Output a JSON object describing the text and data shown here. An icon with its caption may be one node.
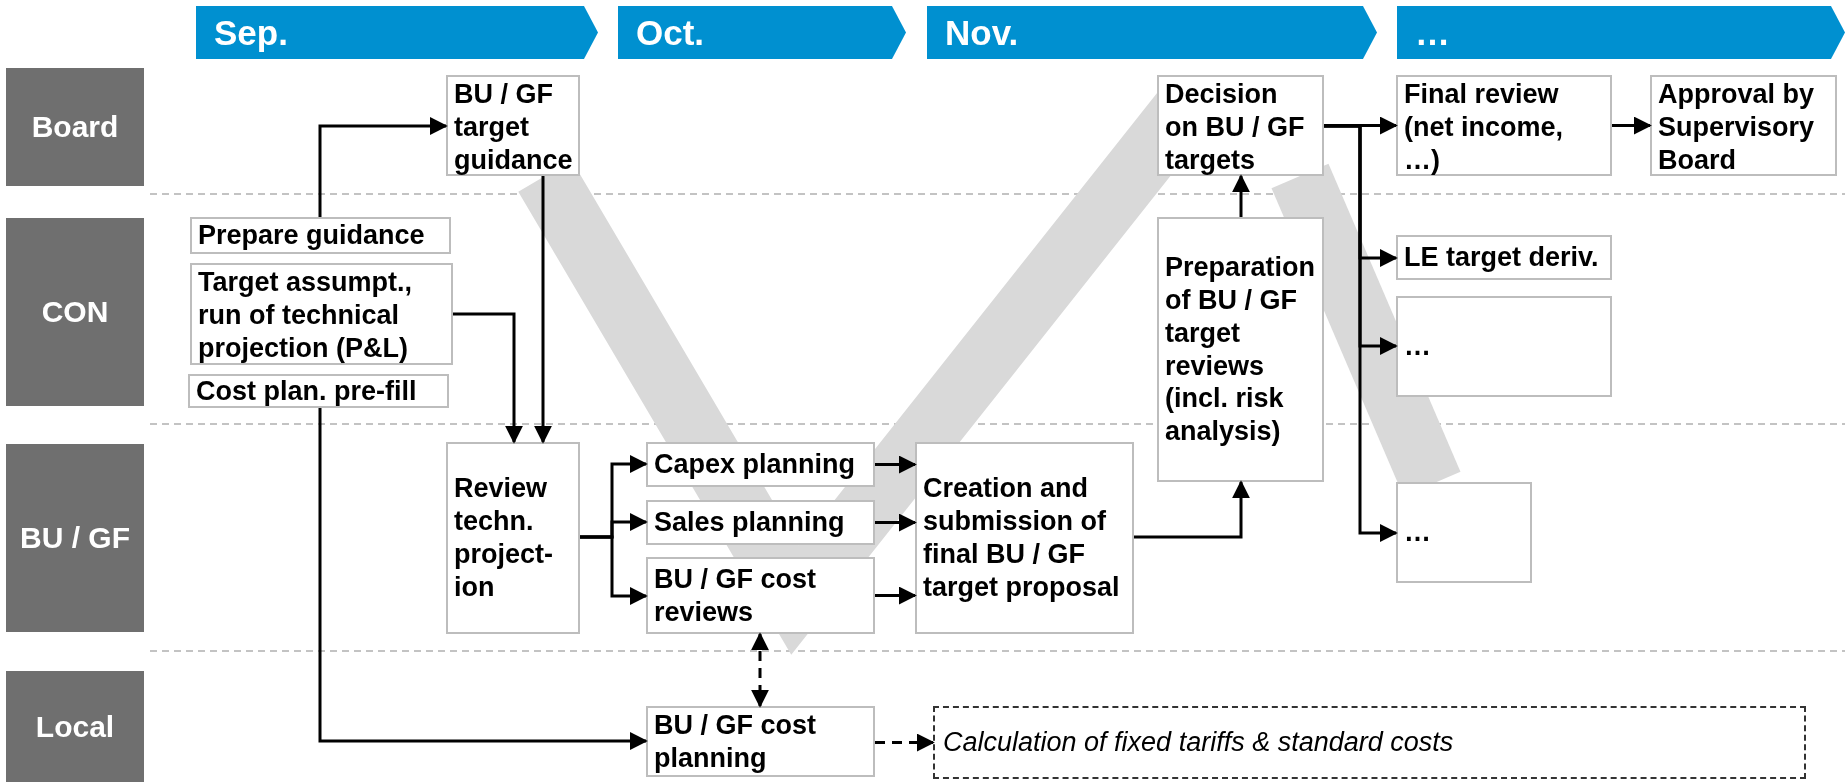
{
  "diagram": {
    "nodes": [
      {
        "text": [
          "Sep."
        ]
      },
      {
        "text": [
          "Oct."
        ]
      },
      {
        "text": [
          "Nov."
        ]
      },
      {
        "text": [
          "…"
        ]
      },
      {
        "text": [
          "Board"
        ]
      },
      {
        "text": [
          "CON"
        ]
      },
      {
        "text": [
          "BU / GF"
        ]
      },
      {
        "text": [
          "Local"
        ]
      },
      {
        "text": [
          "BU / GF target guidance"
        ]
      },
      {
        "text": [
          "Decision on BU / GF targets"
        ]
      },
      {
        "text": [
          "Final review (net income, …)"
        ]
      },
      {
        "text": [
          "Approval by Supervisory Board"
        ]
      },
      {
        "text": [
          "Prepare guidance"
        ]
      },
      {
        "text": [
          "Target assumpt., run of technical projection (P&L)"
        ]
      },
      {
        "text": [
          "Cost plan. pre-fill"
        ]
      },
      {
        "text": [
          "Preparation of BU / GF target reviews (incl. risk analysis)"
        ]
      },
      {
        "text": [
          "LE target deriv."
        ]
      },
      {
        "text": [
          "…"
        ]
      },
      {
        "text": [
          "Review techn. project-ion"
        ]
      },
      {
        "text": [
          "Capex planning"
        ]
      },
      {
        "text": [
          "Sales planning"
        ]
      },
      {
        "text": [
          "BU / GF cost reviews"
        ]
      },
      {
        "text": [
          "Creation and submission of final BU / GF target proposal"
        ]
      },
      {
        "text": [
          "…"
        ]
      },
      {
        "text": [
          "BU / GF cost planning"
        ]
      },
      {
        "text": [
          "Calculation of fixed tariffs & standard costs"
        ]
      }
    ],
    "edges": [
      {
        "from": 12,
        "to": 8,
        "arrow": "to"
      },
      {
        "from": 13,
        "to": 18,
        "arrow": "to"
      },
      {
        "from": 8,
        "to": 18,
        "arrow": "to"
      },
      {
        "from": 14,
        "to": 24,
        "arrow": "to"
      },
      {
        "from": 18,
        "to": 19,
        "arrow": "to"
      },
      {
        "from": 18,
        "to": 20,
        "arrow": "to"
      },
      {
        "from": 18,
        "to": 21,
        "arrow": "to"
      },
      {
        "from": 19,
        "to": 22,
        "arrow": "to"
      },
      {
        "from": 20,
        "to": 22,
        "arrow": "to"
      },
      {
        "from": 21,
        "to": 22,
        "arrow": "to"
      },
      {
        "from": 21,
        "to": 24,
        "arrow": "both",
        "style": "dashed"
      },
      {
        "from": 24,
        "to": 25,
        "arrow": "to",
        "style": "dashed"
      },
      {
        "from": 22,
        "to": 15,
        "arrow": "to"
      },
      {
        "from": 15,
        "to": 9,
        "arrow": "to"
      },
      {
        "from": 9,
        "to": 10,
        "arrow": "to"
      },
      {
        "from": 9,
        "to": 16,
        "arrow": "to"
      },
      {
        "from": 9,
        "to": 17,
        "arrow": "to"
      },
      {
        "from": 9,
        "to": 23,
        "arrow": "to"
      },
      {
        "from": 10,
        "to": 11,
        "arrow": "to"
      }
    ]
  }
}
